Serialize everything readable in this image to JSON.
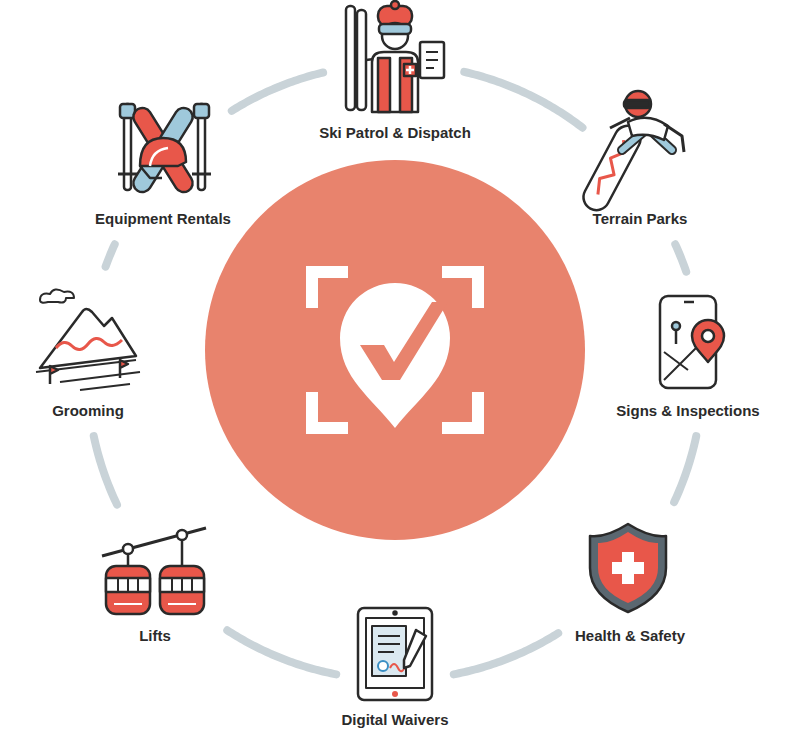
{
  "diagram": {
    "labels": [
      "Ski Patrol & Dispatch",
      "Terrain Parks",
      "Signs & Inspections",
      "Health & Safety",
      "Digital Waivers",
      "Lifts",
      "Grooming",
      "Equipment Rentals"
    ]
  }
}
